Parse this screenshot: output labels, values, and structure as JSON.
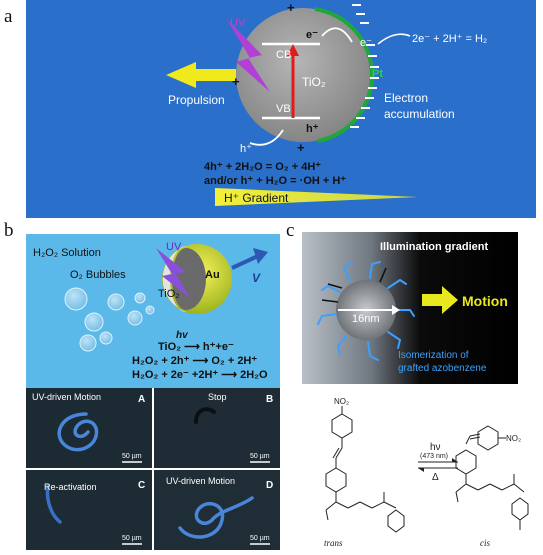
{
  "colors": {
    "panel_a_bg": "#2a6fc9",
    "gradient_yellow": "#f0ea1c",
    "pt_green": "#1fa83a",
    "uv_purple": "#b23fd6",
    "panel_b_bg": "#5bb9ea",
    "micro_bg": "#1c2a33",
    "motion_yellow": "#e8e81f",
    "isomer_blue": "#3ba0ff"
  },
  "panel_a": {
    "letter": "a",
    "uv": "UV",
    "electron": "e⁻",
    "hydrogen_eq": "2e⁻ + 2H⁺ = H₂",
    "cb": "CB",
    "vb": "VB",
    "tio2": "TiO₂",
    "pt": "Pt",
    "hole": "h⁺",
    "hole_outer": "h⁺",
    "propulsion": "Propulsion",
    "electron_accumulation_1": "Electron",
    "electron_accumulation_2": "accumulation",
    "plus": "+",
    "minus": "−",
    "water_eq_1": "4h⁺ + 2H₂O = O₂ + 4H⁺",
    "water_eq_2": "and/or h⁺ + H₂O = ·OH + H⁺",
    "gradient": "H⁺ Gradient"
  },
  "panel_b": {
    "letter": "b",
    "solution": "H₂O₂ Solution",
    "uv": "UV",
    "bubbles": "O₂ Bubbles",
    "tio2": "TiO₂",
    "au": "Au",
    "velocity": "V",
    "hv": "hv",
    "eq1": "TiO₂ ⟶ h⁺+e⁻",
    "eq2": "H₂O₂ + 2h⁺ ⟶ O₂ + 2H⁺",
    "eq3": "H₂O₂ + 2e⁻ +2H⁺ ⟶ 2H₂O",
    "frames": [
      {
        "title": "UV-driven Motion",
        "tag": "A",
        "scale": "50 µm"
      },
      {
        "title": "Stop",
        "tag": "B",
        "scale": "50 µm"
      },
      {
        "title": "Re-activation",
        "tag": "C",
        "scale": "50 µm"
      },
      {
        "title": "UV-driven Motion",
        "tag": "D",
        "scale": "50 µm"
      }
    ]
  },
  "panel_c": {
    "letter": "c",
    "illumination": "Illumination gradient",
    "motion": "Motion",
    "size": "16nm",
    "isomer_1": "Isomerization of",
    "isomer_2": "grafted azobenzene",
    "no2_top": "NO₂",
    "no2_right": "NO₂",
    "hv": "hν",
    "wavelength": "(473 nm)",
    "delta": "Δ",
    "trans": "trans",
    "cis": "cis"
  }
}
